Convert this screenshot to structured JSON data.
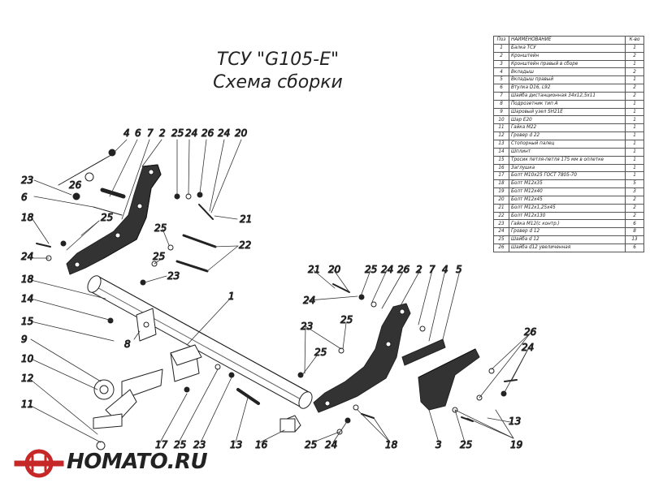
{
  "title": {
    "line1": "ТСУ \"G105-E\"",
    "line2": "Схема сборки"
  },
  "spec_table": {
    "headers": {
      "pos": "Поз",
      "name": "НАИМЕНОВАНИЕ",
      "qty": "К-во"
    },
    "rows": [
      {
        "pos": "1",
        "name": "Балка ТСУ",
        "qty": "1"
      },
      {
        "pos": "2",
        "name": "Кронштейн",
        "qty": "2"
      },
      {
        "pos": "3",
        "name": "Кронштейн правый в сборе",
        "qty": "1"
      },
      {
        "pos": "4",
        "name": "Вкладыш",
        "qty": "2"
      },
      {
        "pos": "5",
        "name": "Вкладыш правый",
        "qty": "1"
      },
      {
        "pos": "6",
        "name": "Втулка D16, L92",
        "qty": "2"
      },
      {
        "pos": "7",
        "name": "Шайба дистанционная 34х12,5х11",
        "qty": "2"
      },
      {
        "pos": "8",
        "name": "Подрозетник тип А",
        "qty": "1"
      },
      {
        "pos": "9",
        "name": "Шаровый узел SH21E",
        "qty": "1"
      },
      {
        "pos": "10",
        "name": "Шар E20",
        "qty": "1"
      },
      {
        "pos": "11",
        "name": "Гайка M22",
        "qty": "1"
      },
      {
        "pos": "12",
        "name": "Гровер d 22",
        "qty": "1"
      },
      {
        "pos": "13",
        "name": "Стопорный палец",
        "qty": "1"
      },
      {
        "pos": "14",
        "name": "Шплинт",
        "qty": "1"
      },
      {
        "pos": "15",
        "name": "Тросик петля-петля 175 мм в оплетке",
        "qty": "1"
      },
      {
        "pos": "16",
        "name": "Заглушка",
        "qty": "1"
      },
      {
        "pos": "17",
        "name": "Болт M10х25 ГОСТ 7805-70",
        "qty": "1"
      },
      {
        "pos": "18",
        "name": "Болт M12х35",
        "qty": "5"
      },
      {
        "pos": "19",
        "name": "Болт M12х40",
        "qty": "3"
      },
      {
        "pos": "20",
        "name": "Болт M12х45",
        "qty": "2"
      },
      {
        "pos": "21",
        "name": "Болт M12х1,25х45",
        "qty": "2"
      },
      {
        "pos": "22",
        "name": "Болт M12х130",
        "qty": "2"
      },
      {
        "pos": "23",
        "name": "Гайка M12(с контр.)",
        "qty": "6"
      },
      {
        "pos": "24",
        "name": "Гровер d 12",
        "qty": "8"
      },
      {
        "pos": "25",
        "name": "Шайба d 12",
        "qty": "13"
      },
      {
        "pos": "26",
        "name": "Шайба d12 увеличенная",
        "qty": "6"
      }
    ]
  },
  "callouts": [
    "1",
    "2",
    "3",
    "4",
    "5",
    "6",
    "7",
    "8",
    "9",
    "10",
    "11",
    "12",
    "13",
    "14",
    "15",
    "16",
    "17",
    "18",
    "19",
    "20",
    "21",
    "22",
    "23",
    "24",
    "25",
    "26"
  ],
  "logo": {
    "text": "HOMATO.RU"
  },
  "colors": {
    "line": "#222222",
    "fill": "#ffffff",
    "text": "#222222"
  }
}
